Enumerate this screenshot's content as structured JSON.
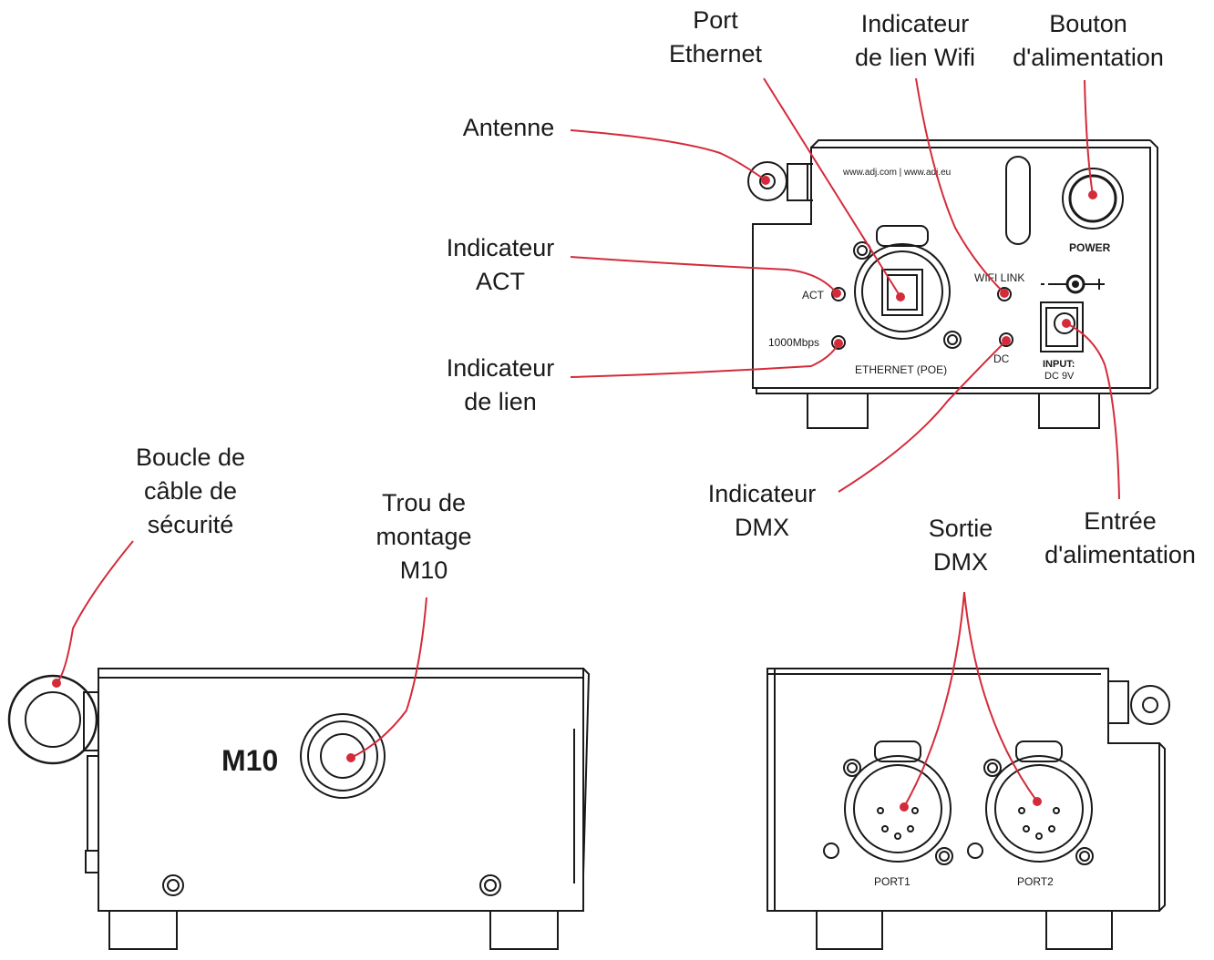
{
  "diagram": {
    "accent_color": "#d42b3a",
    "line_color": "#1a1a1a",
    "callouts": {
      "port_ethernet": [
        "Port",
        "Ethernet"
      ],
      "wifi_indicator": [
        "Indicateur",
        "de lien Wifi"
      ],
      "power_button": [
        "Bouton",
        "d'alimentation"
      ],
      "antenna": [
        "Antenne"
      ],
      "act_indicator": [
        "Indicateur",
        "ACT"
      ],
      "link_indicator": [
        "Indicateur",
        "de lien"
      ],
      "dmx_indicator": [
        "Indicateur",
        "DMX"
      ],
      "power_input": [
        "Entrée",
        "d'alimentation"
      ],
      "dmx_output": [
        "Sortie",
        "DMX"
      ],
      "safety_loop": [
        "Boucle de",
        "câble de",
        "sécurité"
      ],
      "mount_hole": [
        "Trou de",
        "montage",
        "M10"
      ]
    },
    "panel_labels": {
      "website": "www.adj.com | www.adj.eu",
      "power": "POWER",
      "act": "ACT",
      "speed": "1000Mbps",
      "ethernet": "ETHERNET (POE)",
      "wifi_link": "WIFI LINK",
      "dc": "DC",
      "input": "INPUT:",
      "input_voltage": "DC 9V",
      "m10": "M10",
      "port1": "PORT1",
      "port2": "PORT2"
    }
  }
}
